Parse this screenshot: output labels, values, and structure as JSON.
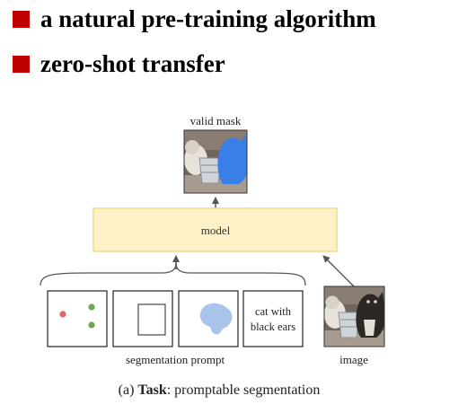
{
  "bullets": [
    {
      "text": "a natural pre-training algorithm"
    },
    {
      "text": "zero-shot transfer"
    }
  ],
  "diagram": {
    "output_label": "valid mask",
    "model_label": "model",
    "prompt_text_line1": "cat with",
    "prompt_text_line2": "black ears",
    "prompts_label": "segmentation prompt",
    "image_label": "image",
    "caption_prefix": "(a) ",
    "caption_bold": "Task",
    "caption_rest": ": promptable segmentation"
  },
  "colors": {
    "bullet": "#c00000",
    "model_fill": "#fdf2c8",
    "model_border": "#f3d98c",
    "mask_blue": "#3a7fe8",
    "blob_blue": "#a9c4ea",
    "point_red": "#e06666",
    "point_green": "#6aa84f",
    "arrow": "#555555"
  }
}
